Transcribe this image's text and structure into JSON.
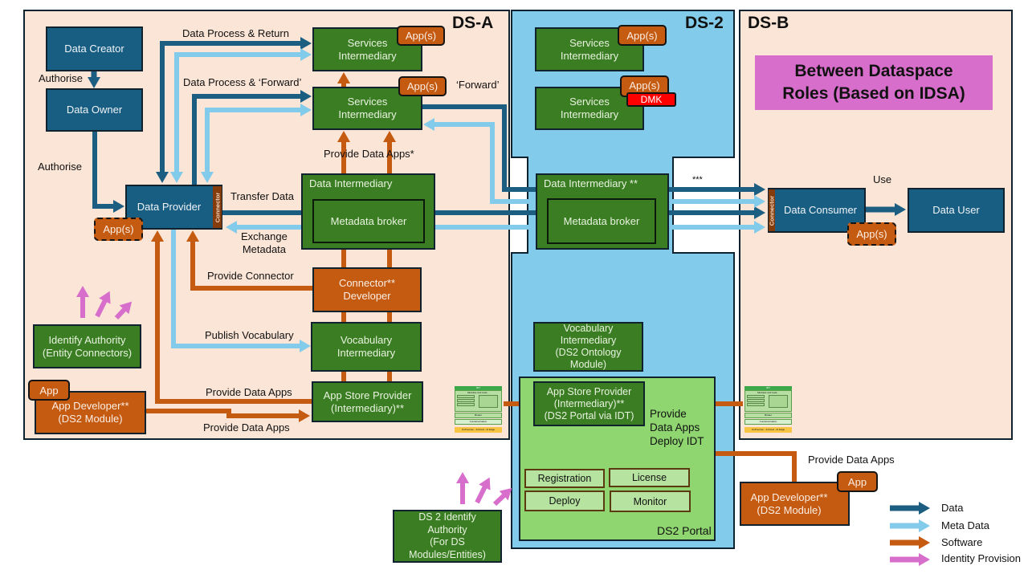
{
  "regions": {
    "ds_a_title": "DS-A",
    "ds_2_title": "DS-2",
    "ds_b_title": "DS-B"
  },
  "banner": {
    "line1": "Between Dataspace",
    "line2": "Roles (Based on IDSA)"
  },
  "ds_a": {
    "data_creator": "Data Creator",
    "data_owner": "Data Owner",
    "data_provider": "Data Provider",
    "connector_label": "Connector",
    "provider_apps_badge": "App(s)",
    "services_intermediary_1": {
      "lines": [
        "Services",
        "Intermediary"
      ],
      "badge": "App(s)"
    },
    "services_intermediary_2": {
      "lines": [
        "Services",
        "Intermediary"
      ],
      "badge": "App(s)"
    },
    "data_intermediary": {
      "title": "Data Intermediary",
      "inner": "Metadata broker"
    },
    "connector_developer": {
      "lines": [
        "Connector**",
        "Developer"
      ]
    },
    "vocabulary_intermediary": {
      "lines": [
        "Vocabulary",
        "Intermediary"
      ]
    },
    "app_store_provider": {
      "lines": [
        "App Store Provider",
        "(Intermediary)**"
      ]
    },
    "identify_authority": {
      "lines": [
        "Identify Authority",
        "(Entity Connectors)"
      ]
    },
    "app_developer": {
      "lines": [
        "App Developer**",
        "(DS2 Module)"
      ],
      "badge": "App"
    }
  },
  "ds_2": {
    "services_intermediary_1": {
      "lines": [
        "Services",
        "Intermediary"
      ],
      "badge": "App(s)"
    },
    "services_intermediary_2": {
      "lines": [
        "Services",
        "Intermediary"
      ],
      "badge": "App(s)",
      "dmk": "DMK"
    },
    "data_intermediary": {
      "title": "Data Intermediary **",
      "inner": "Metadata broker"
    },
    "vocabulary_intermediary": {
      "lines": [
        "Vocabulary",
        "Intermediary",
        "(DS2 Ontology",
        "Module)"
      ]
    },
    "app_store_provider": {
      "lines": [
        "App Store Provider",
        "(Intermediary)**",
        "(DS2 Portal via IDT)"
      ]
    },
    "portal": {
      "label": "DS2 Portal",
      "provide_text": [
        "Provide",
        "Data Apps",
        "Deploy IDT"
      ],
      "modules": [
        "Registration",
        "License",
        "Deploy",
        "Monitor"
      ]
    }
  },
  "ds_b": {
    "data_consumer": "Data Consumer",
    "connector_label": "Connector",
    "consumer_apps_badge": "App(s)",
    "data_user": "Data User"
  },
  "external": {
    "ds2_identify_authority": [
      "DS 2 Identify",
      "Authority",
      "(For DS",
      "Modules/Entities)"
    ],
    "app_developer_right": {
      "lines": [
        "App Developer**",
        "(DS2 Module)"
      ],
      "badge": "App"
    }
  },
  "flow_labels": {
    "authorise_1": "Authorise",
    "authorise_2": "Authorise",
    "data_process_return": "Data Process & Return",
    "data_process_forward": "Data Process & ‘Forward’",
    "forward": "‘Forward’",
    "provide_data_apps_star": "Provide Data Apps*",
    "transfer_data": "Transfer Data",
    "exchange_metadata": [
      "Exchange",
      "Metadata"
    ],
    "provide_connector": "Provide Connector",
    "publish_vocabulary": "Publish Vocabulary",
    "provide_data_apps_top": "Provide Data Apps",
    "provide_data_apps_bottom": "Provide Data Apps",
    "triple_star": "***",
    "use": "Use",
    "provide_data_apps_right": "Provide Data Apps"
  },
  "idt_thumbnail": {
    "header": "IDT",
    "modules": "Modules and tools...",
    "broker": "Broker",
    "containerisation": "Containerisation",
    "footer": "OnPremise - InCloud - At Edge"
  },
  "legend": [
    {
      "label": "Data",
      "color": "#1b5e82"
    },
    {
      "label": "Meta Data",
      "color": "#83cbeb"
    },
    {
      "label": "Software",
      "color": "#c55a11"
    },
    {
      "label": "Identity Provision",
      "color": "#d86ecc"
    }
  ],
  "colors": {
    "dataspace_bg": "#fbe5d6",
    "ds2_bg": "#83cbeb",
    "role_blue": "#185d82",
    "intermediary_green": "#3b7d23",
    "software_orange": "#c55a11",
    "identity_pink": "#d86ecc",
    "portal_green": "#8fd671",
    "dmk_red": "#ff0000"
  }
}
